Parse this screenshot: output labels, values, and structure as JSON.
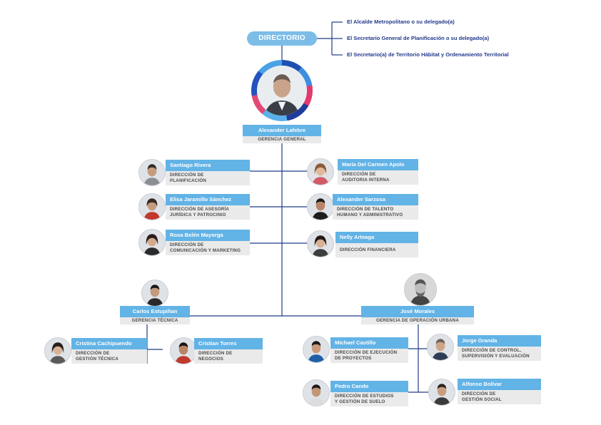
{
  "header": {
    "directorio_label": "DIRECTORIO"
  },
  "board": [
    "El Alcalde Metropolitano o su delegado(a)",
    "El Secretario General de Planificación o su delegado(a)",
    "El Secretario(a) de Territorio Hábitat y Ordenamiento Territorial"
  ],
  "general": {
    "name": "Alexander Lafebre",
    "role": "GERENCIA GENERAL"
  },
  "directions_left": [
    {
      "name": "Santiago Rivera",
      "role": "DIRECCIÓN DE\nPLANIFICACIÓN"
    },
    {
      "name": "Elisa Jaramillo Sánchez",
      "role": "DIRECCIÓN DE ASESORÍA\nJURÍDICA Y PATROCINIO"
    },
    {
      "name": "Rosa Belén Mayorga",
      "role": "DIRECCIÓN DE\nCOMUNICACIÓN Y MARKETING"
    }
  ],
  "directions_right": [
    {
      "name": "María Del Carmen Apolo",
      "role": "DIRECCIÓN DE\nAUDITORIA INTERNA"
    },
    {
      "name": "Alexander Sarzosa",
      "role": "DIRECCIÓN DE TALENTO\nHUMANO Y ADMINISTRATIVO"
    },
    {
      "name": "Nelly Arteaga",
      "role": "DIRECCIÓN FINANCIERA"
    }
  ],
  "tecnica": {
    "name": "Carlos Estupiñan",
    "role": "GERENCIA TÉCNICA",
    "subs": [
      {
        "name": "Cristina Cachipuendo",
        "role": "DIRECCIÓN DE\nGESTIÓN TÉCNICA"
      },
      {
        "name": "Cristian Torres",
        "role": "DIRECCIÓN DE\nNEGOCIOS"
      }
    ]
  },
  "urbana": {
    "name": "José Morales",
    "role": "GERENCIA DE OPERACIÓN URBANA",
    "subs": [
      {
        "name": "Michael Castillo",
        "role": "DIRECCIÓN DE EJECUCIÓN\nDE PROYECTOS"
      },
      {
        "name": "Jorge Granda",
        "role": "DIRECCIÓN DE CONTROL,\nSUPERVISIÓN Y EVALUACIÓN"
      },
      {
        "name": "Pedro Cando",
        "role": "DIRECCIÓN DE ESTUDIOS\nY GESTIÓN DE SUELO"
      },
      {
        "name": "Alfonso Bolívar",
        "role": "DIRECCIÓN DE\nGESTIÓN  SOCIAL"
      }
    ]
  }
}
